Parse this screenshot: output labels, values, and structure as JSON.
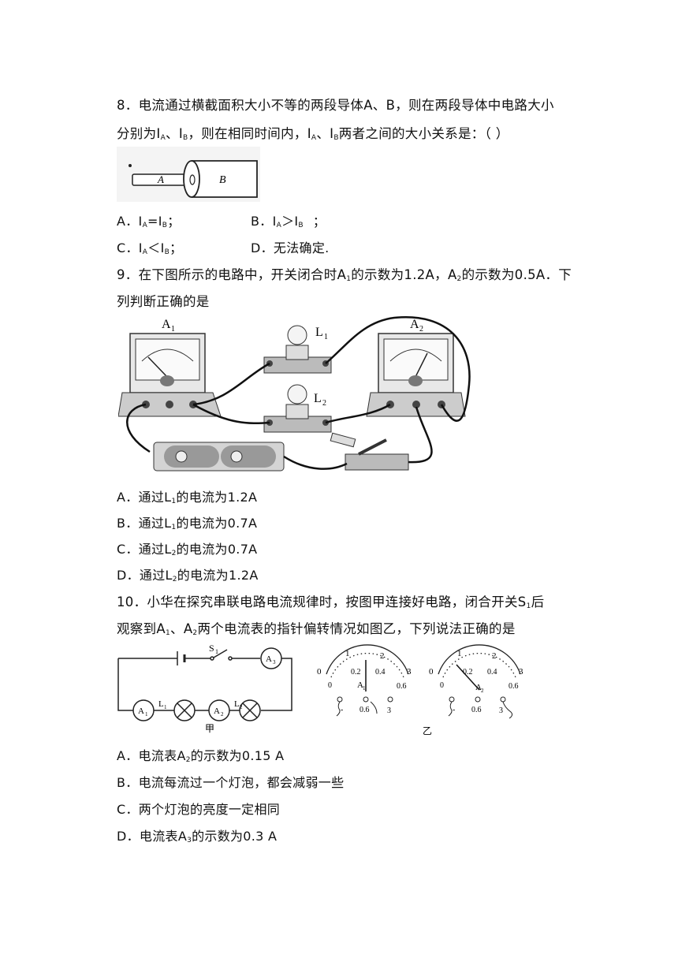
{
  "q8": {
    "stem_line1": "8．电流通过横截面积大小不等的两段导体A、B，则在两段导体中电路大小",
    "stem_line2_a": "分别为I",
    "sub_A": "A",
    "stem_line2_b": "、I",
    "sub_B": "B",
    "stem_line2_c": "，则在相同时间内，I",
    "stem_line2_d": "、I",
    "stem_line2_e": "两者之间的大小关系是：（    ）",
    "figure_labels": {
      "a": "A",
      "b": "B"
    },
    "options": {
      "A_prefix": "A．I",
      "A_mid": "=I",
      "A_end": "；",
      "B_prefix": "B．I",
      "B_mid": "＞I",
      "B_end": "；",
      "C_prefix": "C．I",
      "C_mid": "＜I",
      "C_end": "；",
      "D": "D．无法确定."
    }
  },
  "q9": {
    "stem_line1_a": "9．在下图所示的电路中，开关闭合时A",
    "sub1": "1",
    "stem_line1_b": "的示数为1.2A，A",
    "sub2": "2",
    "stem_line1_c": "的示数为0.5A．下",
    "stem_line2": "列判断正确的是",
    "figure_labels": {
      "a1": "A",
      "a1_sub": "1",
      "a2": "A",
      "a2_sub": "2",
      "l1": "L",
      "l1_sub": "1",
      "l2": "L",
      "l2_sub": "2"
    },
    "options": [
      {
        "prefix": "A．通过L",
        "sub": "1",
        "suffix": "的电流为1.2A"
      },
      {
        "prefix": "B．通过L",
        "sub": "1",
        "suffix": "的电流为0.7A"
      },
      {
        "prefix": "C．通过L",
        "sub": "2",
        "suffix": "的电流为0.7A"
      },
      {
        "prefix": "D．通过L",
        "sub": "2",
        "suffix": "的电流为1.2A"
      }
    ]
  },
  "q10": {
    "stem_line1_a": "10．小华在探究串联电路电流规律时，按图甲连接好电路，闭合开关S",
    "stem_line1_sub": "1",
    "stem_line1_b": "后",
    "stem_line2_a": "观察到A",
    "s2_sub1": "1",
    "stem_line2_b": "、A",
    "s2_sub2": "2",
    "stem_line2_c": "两个电流表的指针偏转情况如图乙，下列说法正确的是",
    "figure_labels": {
      "jia": "甲",
      "yi": "乙",
      "s1": "S",
      "s1_sub": "1",
      "a3": "A",
      "a3_sub": "3",
      "a1": "A",
      "a1_sub": "1",
      "a2": "A",
      "a2_sub": "2",
      "l1": "L",
      "l1_sub": "1",
      "l2": "L",
      "l2_sub": "2",
      "scale_top": [
        "1",
        "2"
      ],
      "scale_mid": [
        "0",
        "0.2",
        "0.4",
        "3"
      ],
      "scale_bottom": [
        "0",
        "0.6"
      ],
      "terminals": [
        "-",
        "0.6",
        "3"
      ]
    },
    "options": [
      {
        "prefix": "A．电流表A",
        "sub": "2",
        "suffix": "的示数为0.15 A"
      },
      {
        "text": "B．电流每流过一个灯泡，都会减弱一些"
      },
      {
        "text": "C．两个灯泡的亮度一定相同"
      },
      {
        "prefix": "D．电流表A",
        "sub": "3",
        "suffix": "的示数为0.3 A"
      }
    ]
  }
}
